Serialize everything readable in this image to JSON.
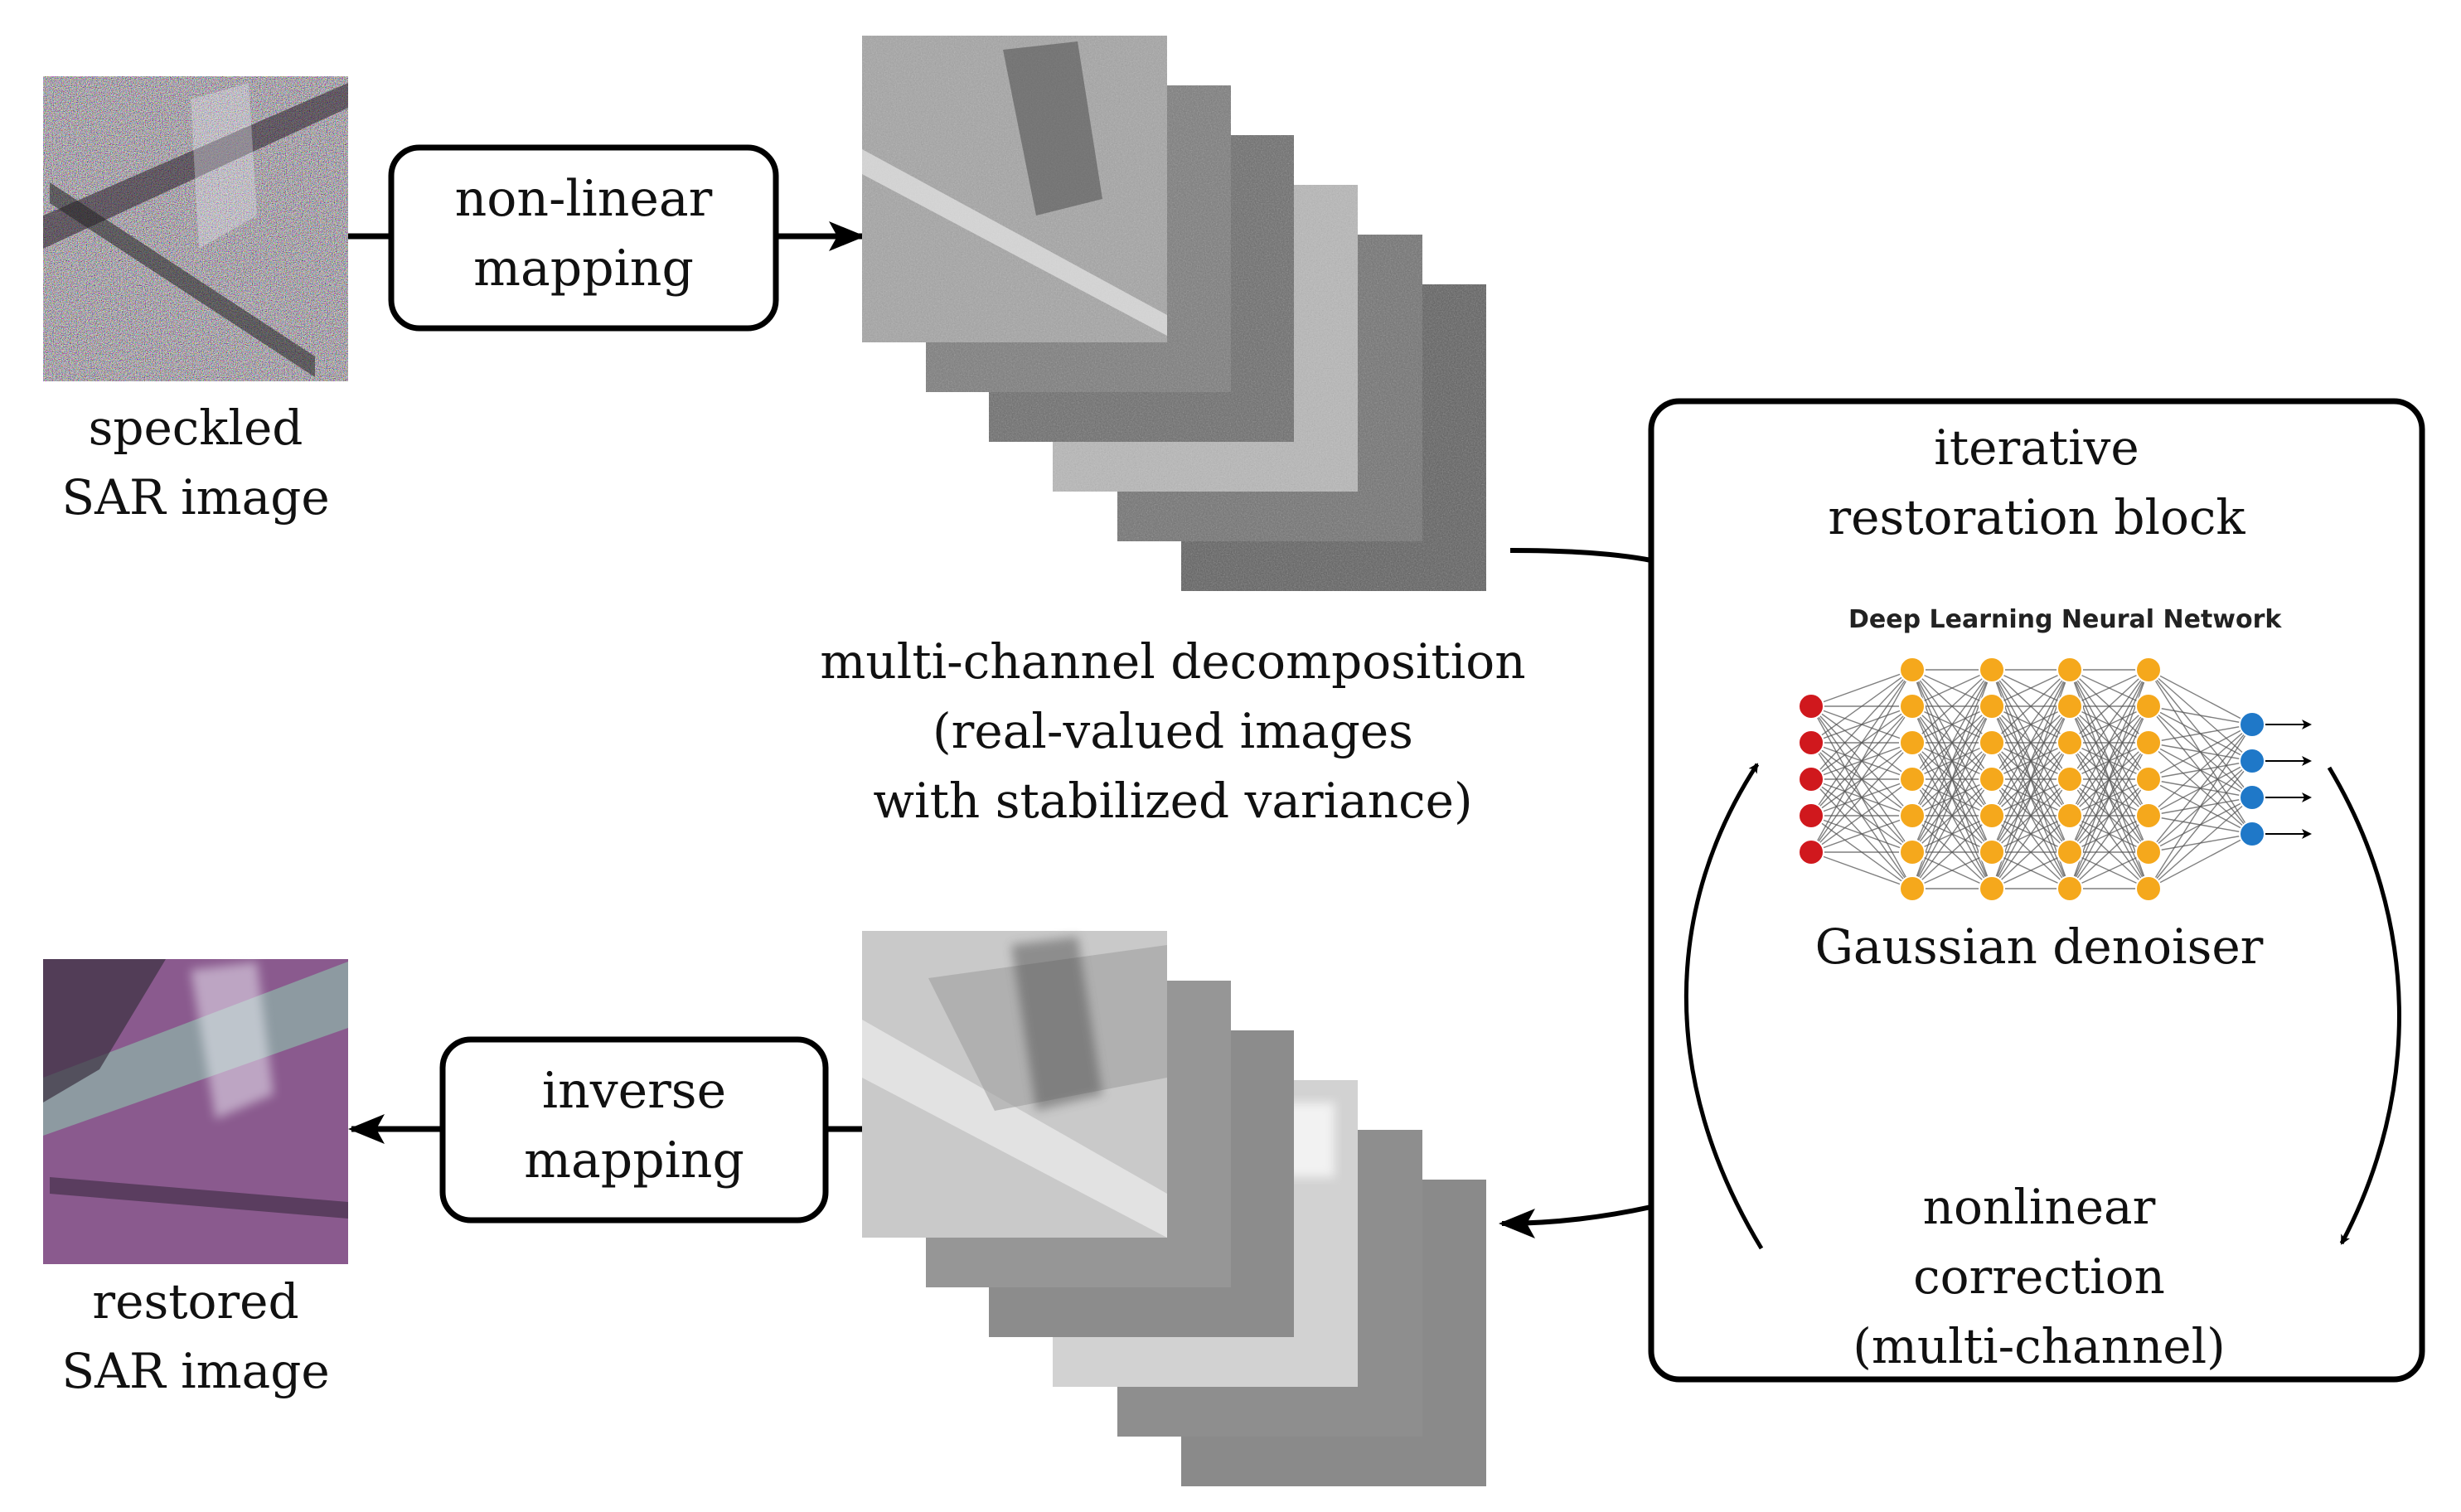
{
  "inputs": {
    "speckled": [
      "speckled",
      "SAR image"
    ],
    "restored": [
      "restored",
      "SAR image"
    ]
  },
  "boxes": {
    "nonlinear_mapping": [
      "non-linear",
      "mapping"
    ],
    "inverse_mapping": [
      "inverse",
      "mapping"
    ]
  },
  "decomposition_caption": [
    "multi-channel decomposition",
    "(real-valued images",
    "with stabilized variance)"
  ],
  "restoration_block": {
    "title": [
      "iterative",
      "restoration block"
    ],
    "network_title": "Deep Learning Neural Network",
    "denoiser_label": "Gaussian denoiser",
    "correction_label": [
      "nonlinear",
      "correction",
      "(multi-channel)"
    ]
  },
  "network": {
    "layers": [
      5,
      7,
      7,
      7,
      7,
      4
    ],
    "colors": {
      "input": "#d0181d",
      "hidden": "#f5a81c",
      "output": "#1f78c8",
      "edge": "#555555"
    }
  },
  "colors": {
    "stroke": "#000000",
    "speckle_tint": [
      "#c23a8a",
      "#2f9a57",
      "#3a4fc2",
      "#b8b846"
    ],
    "restored_tint": "#8a5a8e"
  }
}
